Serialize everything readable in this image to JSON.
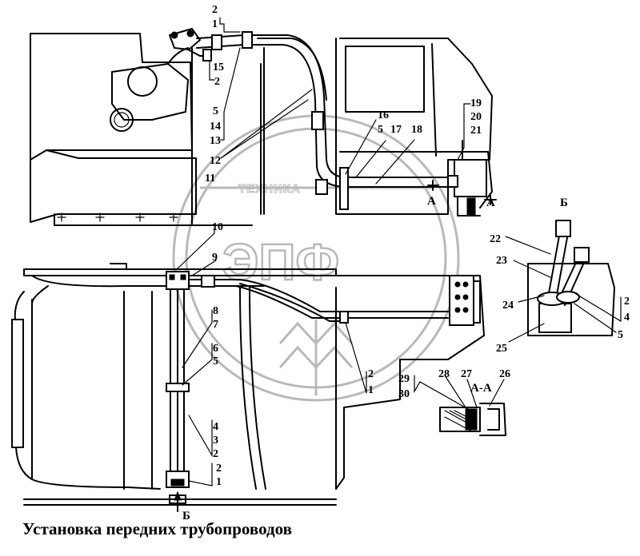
{
  "caption": "Установка передних трубопроводов",
  "watermark": {
    "logo": "ЭПФ",
    "text": "ТЕХНИКА"
  },
  "view_labels": {
    "section_mark": "А",
    "section_title": "А-А",
    "view_mark": "Б"
  },
  "callouts_upper": [
    "2",
    "1",
    "15",
    "2",
    "5",
    "14",
    "13",
    "12",
    "11",
    "16",
    "5",
    "17",
    "18",
    "19",
    "20",
    "21"
  ],
  "callouts_lower": [
    "10",
    "9",
    "8",
    "7",
    "6",
    "5",
    "4",
    "3",
    "2",
    "2",
    "1",
    "2",
    "1"
  ],
  "callouts_right": [
    "22",
    "23",
    "24",
    "25",
    "2",
    "4",
    "5",
    "29",
    "30",
    "28",
    "27",
    "26"
  ]
}
